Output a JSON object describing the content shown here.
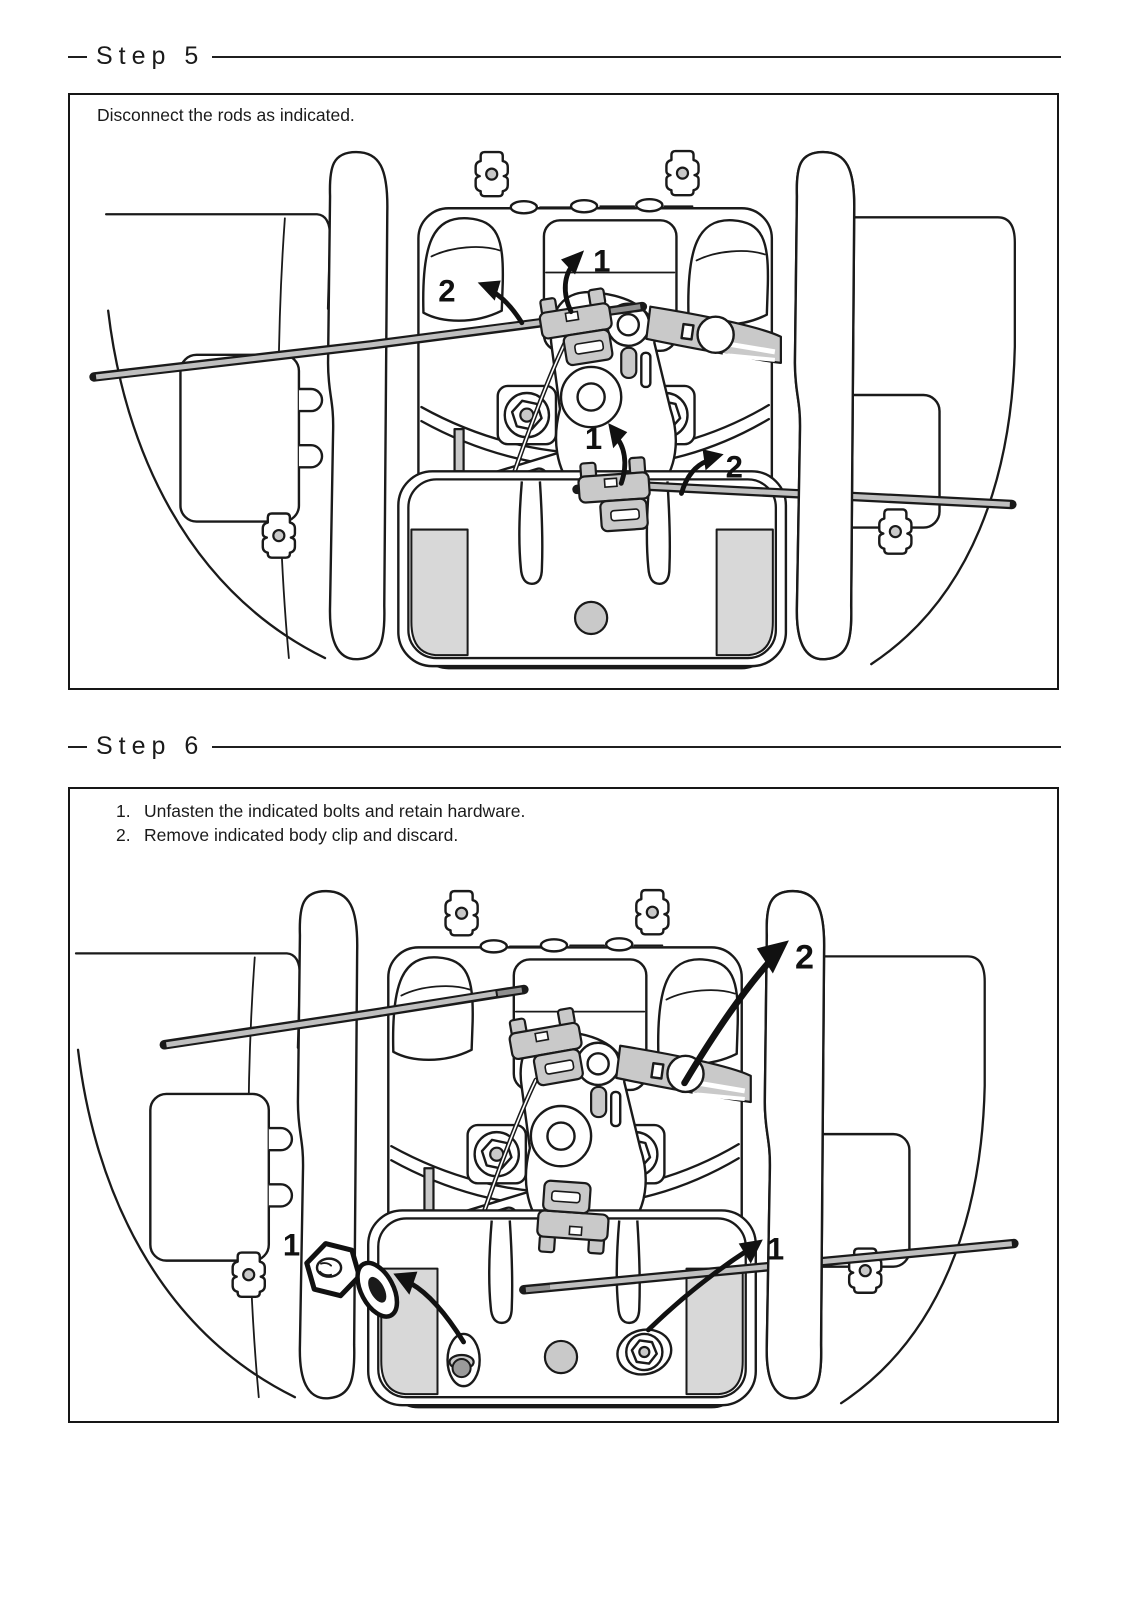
{
  "colors": {
    "line": "#1a1a1a",
    "part_gray": "#c9c9c9",
    "shade_gray": "#d8d8d8",
    "rod_gray": "#bfbfbf",
    "callout": "#111111"
  },
  "steps": [
    {
      "title": "Step 5",
      "caption": "Disconnect the rods as indicated.",
      "callouts": [
        {
          "label": "1",
          "target": "upper-rod-clip"
        },
        {
          "label": "2",
          "target": "upper-rod"
        },
        {
          "label": "1",
          "target": "lower-rod-clip"
        },
        {
          "label": "2",
          "target": "lower-rod"
        }
      ]
    },
    {
      "title": "Step 6",
      "instructions": [
        {
          "num": "1.",
          "text": "Unfasten the indicated bolts and retain hardware."
        },
        {
          "num": "2.",
          "text": "Remove indicated body clip and discard."
        }
      ],
      "callouts": [
        {
          "label": "2",
          "target": "body-clip"
        },
        {
          "label": "1",
          "target": "flange-nut-and-washer"
        },
        {
          "label": "1",
          "target": "bolt"
        }
      ]
    }
  ]
}
